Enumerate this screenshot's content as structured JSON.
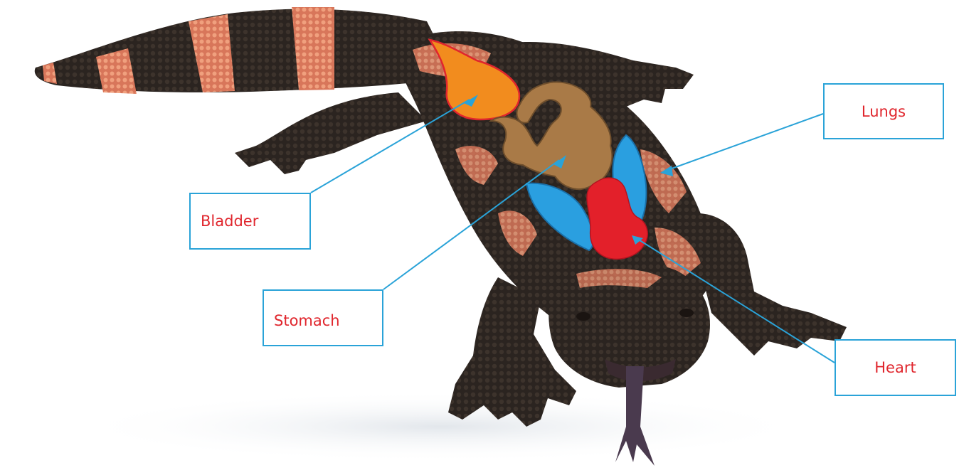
{
  "labels": {
    "lungs": "Lungs",
    "bladder": "Bladder",
    "stomach": "Stomach",
    "heart": "Heart"
  },
  "colors": {
    "box_border": "#2aa3d8",
    "label_text": "#e0262d",
    "bladder": "#f28c1e",
    "stomach": "#a97a47",
    "lungs": "#2a9fe0",
    "heart": "#e3202a",
    "body_dark": "#2b2420",
    "body_band": "#e98a6a"
  },
  "icons": {
    "arrowheads": "triangle-arrow-icon"
  }
}
